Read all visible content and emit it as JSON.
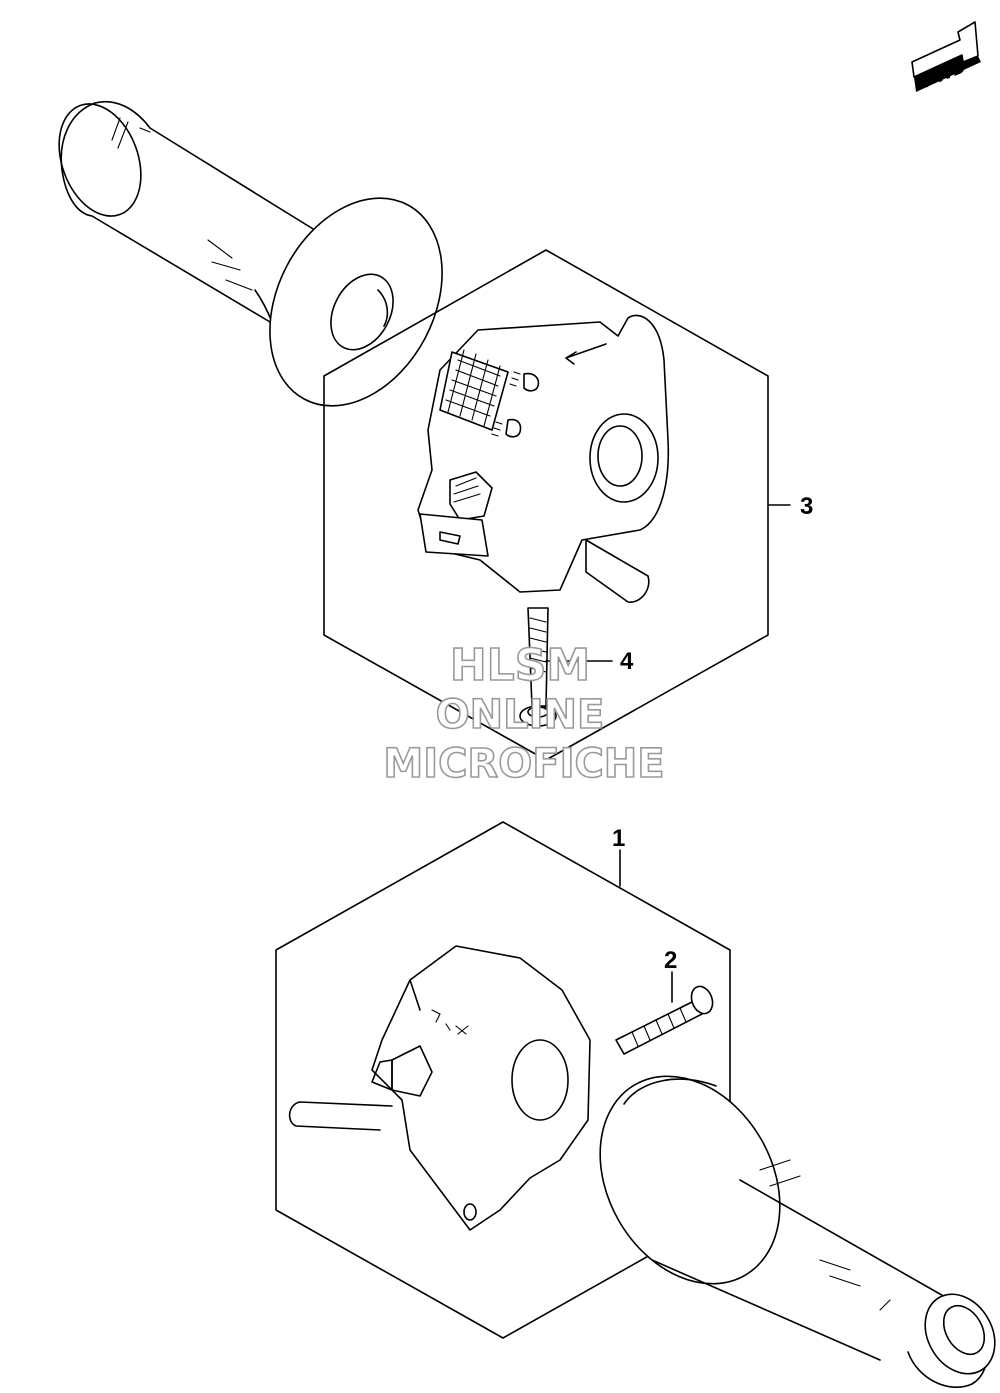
{
  "fwd_label": "FWD",
  "callouts": {
    "part_1": "1",
    "part_2": "2",
    "part_3": "3",
    "part_4": "4"
  },
  "watermark": {
    "line1": "HLSM",
    "line2": "ONLINE",
    "line3": "MICROFICHE"
  }
}
